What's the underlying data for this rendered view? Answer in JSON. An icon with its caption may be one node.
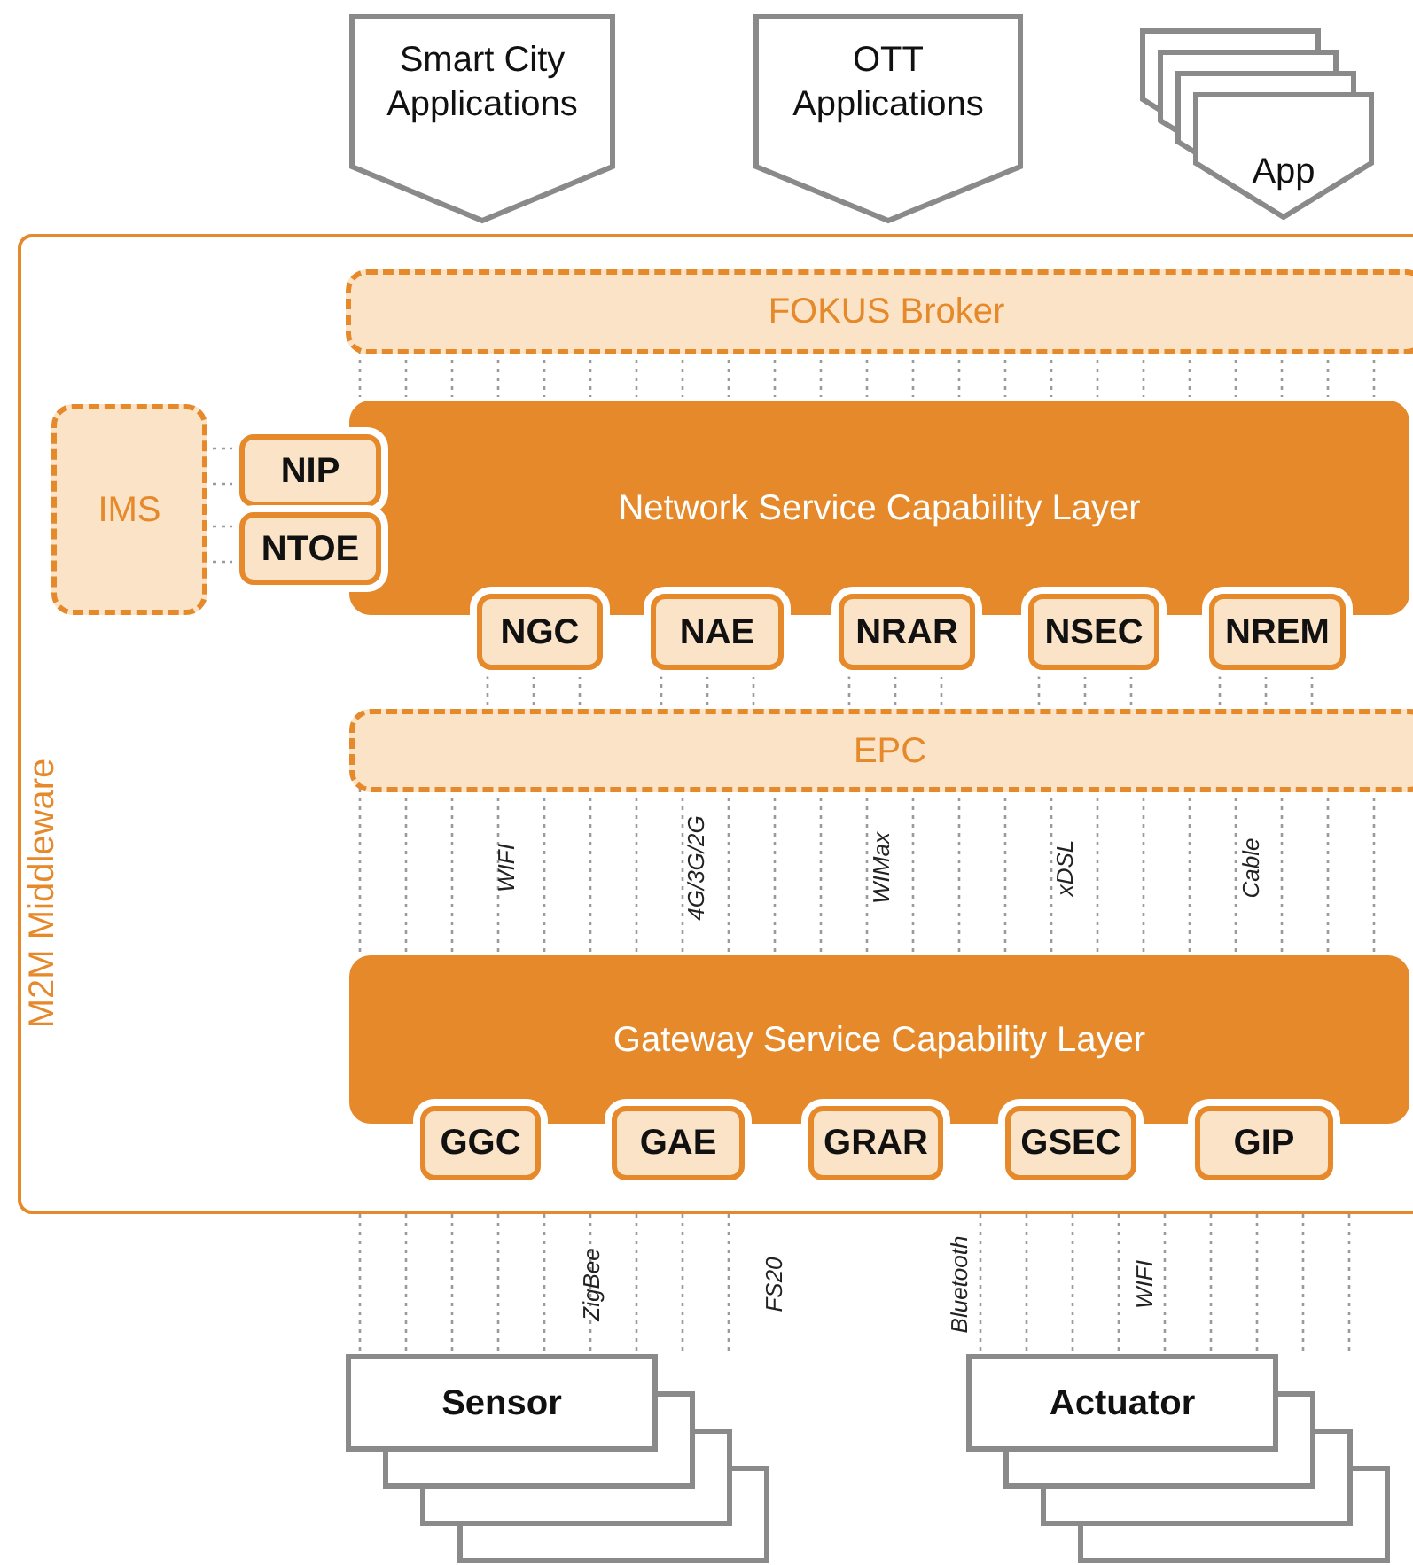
{
  "diagram": {
    "nodes": [
      {
        "text": [
          "Smart City Applications"
        ]
      },
      {
        "text": [
          "OTT Applications"
        ]
      },
      {
        "text": [
          "App"
        ]
      },
      {
        "text": [
          "M2M Middleware"
        ]
      },
      {
        "text": [
          "FOKUS Broker"
        ],
        "in": 3
      },
      {
        "text": [
          "IMS"
        ],
        "in": 3
      },
      {
        "text": [
          "Network Service Capability Layer"
        ],
        "in": 3
      },
      {
        "text": [
          "NIP"
        ],
        "in": 3
      },
      {
        "text": [
          "NTOE"
        ],
        "in": 3
      },
      {
        "text": [
          "NGC"
        ],
        "in": 3
      },
      {
        "text": [
          "NAE"
        ],
        "in": 3
      },
      {
        "text": [
          "NRAR"
        ],
        "in": 3
      },
      {
        "text": [
          "NSEC"
        ],
        "in": 3
      },
      {
        "text": [
          "NREM"
        ],
        "in": 3
      },
      {
        "text": [
          "EPC"
        ],
        "in": 3
      },
      {
        "text": [
          "Gateway Service Capability Layer"
        ],
        "in": 3
      },
      {
        "text": [
          "GGC"
        ],
        "in": 3
      },
      {
        "text": [
          "GAE"
        ],
        "in": 3
      },
      {
        "text": [
          "GRAR"
        ],
        "in": 3
      },
      {
        "text": [
          "GSEC"
        ],
        "in": 3
      },
      {
        "text": [
          "GIP"
        ],
        "in": 3
      },
      {
        "text": [
          "Sensor"
        ]
      },
      {
        "text": [
          "Actuator"
        ]
      }
    ],
    "edges": [
      {
        "from": 4,
        "to": 6,
        "arrow": "none",
        "style": "dashed"
      },
      {
        "from": 5,
        "to": 7,
        "arrow": "none",
        "style": "dashed"
      },
      {
        "from": 5,
        "to": 8,
        "arrow": "none",
        "style": "dashed"
      },
      {
        "from": 9,
        "to": 14,
        "arrow": "none",
        "style": "dashed"
      },
      {
        "from": 10,
        "to": 14,
        "arrow": "none",
        "style": "dashed"
      },
      {
        "from": 11,
        "to": 14,
        "arrow": "none",
        "style": "dashed"
      },
      {
        "from": 12,
        "to": 14,
        "arrow": "none",
        "style": "dashed"
      },
      {
        "from": 13,
        "to": 14,
        "arrow": "none",
        "style": "dashed"
      },
      {
        "from": 14,
        "to": 15,
        "arrow": "none",
        "style": "dashed"
      },
      {
        "from": 3,
        "to": 21,
        "arrow": "none",
        "style": "dashed"
      },
      {
        "from": 3,
        "to": 22,
        "arrow": "none",
        "style": "dashed"
      }
    ],
    "labels": [
      "WIFI",
      "4G/3G/2G",
      "WIMax",
      "xDSL",
      "Cable",
      "ZigBee",
      "FS20",
      "Bluetooth",
      "WIFI"
    ]
  }
}
